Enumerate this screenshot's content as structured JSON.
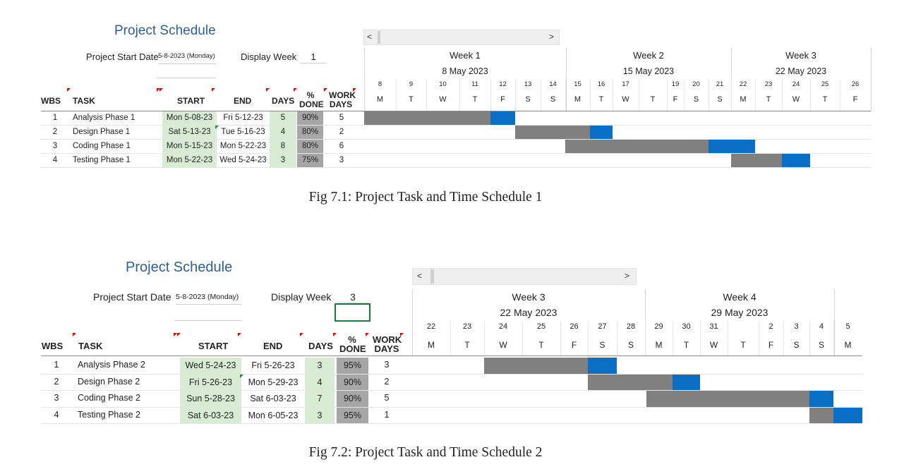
{
  "schedule1": {
    "title": "Project Schedule",
    "start_label": "Project Start Date",
    "start_value": "5-8-2023 (Monday)",
    "week_label": "Display Week",
    "week_value": "1",
    "scroll_left": "<",
    "scroll_right": ">",
    "headers": {
      "wbs": "WBS",
      "task": "TASK",
      "start": "START",
      "end": "END",
      "days": "DAYS",
      "pct1": "%",
      "pct2": "DONE",
      "work1": "WORK",
      "work2": "DAYS"
    },
    "weeks": [
      {
        "name": "Week 1",
        "date": "8 May 2023"
      },
      {
        "name": "Week 2",
        "date": "15 May 2023"
      },
      {
        "name": "Week 3",
        "date": "22 May 2023"
      }
    ],
    "day_numbers": [
      "8",
      "9",
      "10",
      "11",
      "12",
      "13",
      "14",
      "15",
      "16",
      "17",
      "",
      "19",
      "20",
      "21",
      "22",
      "23",
      "24",
      "25",
      "26"
    ],
    "day_letters": [
      "M",
      "T",
      "W",
      "T",
      "F",
      "S",
      "S",
      "M",
      "T",
      "W",
      "T",
      "F",
      "S",
      "S",
      "M",
      "T",
      "W",
      "T",
      "F"
    ],
    "rows": [
      {
        "wbs": "1",
        "task": "Analysis Phase 1",
        "start": "Mon 5-08-23",
        "end": "Fri 5-12-23",
        "days": "5",
        "pct": "90%",
        "work": "5"
      },
      {
        "wbs": "2",
        "task": "Design Phase 1",
        "start": "Sat 5-13-23",
        "end": "Tue 5-16-23",
        "days": "4",
        "pct": "80%",
        "work": "2"
      },
      {
        "wbs": "3",
        "task": "Coding Phase 1",
        "start": "Mon 5-15-23",
        "end": "Mon 5-22-23",
        "days": "8",
        "pct": "80%",
        "work": "6"
      },
      {
        "wbs": "4",
        "task": "Testing Phase 1",
        "start": "Mon 5-22-23",
        "end": "Wed 5-24-23",
        "days": "3",
        "pct": "75%",
        "work": "3"
      }
    ],
    "caption": "Fig 7.1: Project Task and Time Schedule 1"
  },
  "schedule2": {
    "title": "Project Schedule",
    "start_label": "Project Start Date",
    "start_value": "5-8-2023 (Monday)",
    "week_label": "Display Week",
    "week_value": "3",
    "scroll_left": "<",
    "scroll_right": ">",
    "headers": {
      "wbs": "WBS",
      "task": "TASK",
      "start": "START",
      "end": "END",
      "days": "DAYS",
      "pct1": "%",
      "pct2": "DONE",
      "work1": "WORK",
      "work2": "DAYS"
    },
    "weeks": [
      {
        "name": "Week 3",
        "date": "22 May 2023"
      },
      {
        "name": "Week 4",
        "date": "29 May 2023"
      }
    ],
    "day_numbers": [
      "22",
      "23",
      "24",
      "25",
      "26",
      "27",
      "28",
      "29",
      "30",
      "31",
      "",
      "2",
      "3",
      "4",
      "5"
    ],
    "day_letters": [
      "M",
      "T",
      "W",
      "T",
      "F",
      "S",
      "S",
      "M",
      "T",
      "W",
      "T",
      "F",
      "S",
      "S",
      "M"
    ],
    "rows": [
      {
        "wbs": "1",
        "task": "Analysis Phase 2",
        "start": "Wed 5-24-23",
        "end": "Fri 5-26-23",
        "days": "3",
        "pct": "95%",
        "work": "3"
      },
      {
        "wbs": "2",
        "task": "Design Phase 2",
        "start": "Fri 5-26-23",
        "end": "Mon 5-29-23",
        "days": "4",
        "pct": "90%",
        "work": "2"
      },
      {
        "wbs": "3",
        "task": "Coding Phase 2",
        "start": "Sun 5-28-23",
        "end": "Sat 6-03-23",
        "days": "7",
        "pct": "90%",
        "work": "5"
      },
      {
        "wbs": "4",
        "task": "Testing Phase 2",
        "start": "Sat 6-03-23",
        "end": "Mon 6-05-23",
        "days": "3",
        "pct": "95%",
        "work": "1"
      }
    ],
    "caption": "Fig 7.2: Project Task and Time Schedule 2"
  },
  "colors": {
    "progress_done": "#808080",
    "progress_remaining": "#0a6ec5",
    "title": "#2f5e91",
    "date_cell": "#d8ecd4",
    "pct_cell": "#a6a6a6"
  }
}
